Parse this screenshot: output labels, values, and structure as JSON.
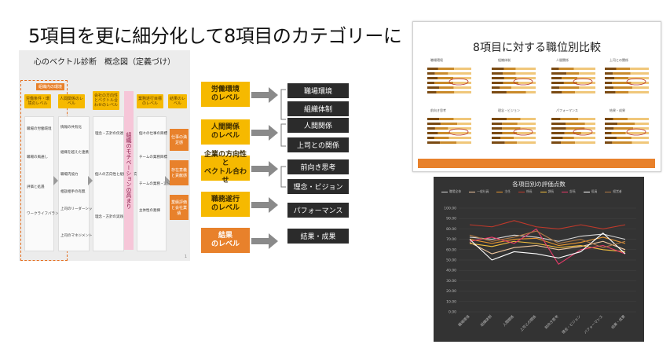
{
  "page": {
    "title": "5項目を更に細分化して8項目のカテゴリーに"
  },
  "left_panel": {
    "title": "心のベクトル診断　概念図（定義づけ）",
    "dashed_tag": "組織内の環境",
    "headers": [
      "労働条件・環境のレベル",
      "人間関係のレベル",
      "会社の方向性とベクトル合わせのレベル",
      "業務遂行目標のレベル",
      "結果のレベル"
    ],
    "col1_items": [
      "職場の労働環境",
      "職場の風通し",
      "評価と処遇",
      "ワークライフバランス"
    ],
    "col2_items": [
      "情報の共有化",
      "組織を越えた連携",
      "職場内協力",
      "相談相手の有無",
      "上司のリーダーシップ",
      "上司のマネジメント"
    ],
    "col3_items": [
      "理念・方針の伝達",
      "個人の方向性と組織の方向性",
      "理念・方針の実践"
    ],
    "col4_items": [
      "個々の仕事の目標",
      "チームの業務目標",
      "チームの業務・実績",
      "主体性の発揮"
    ],
    "motivation_bar": "組織のモチベーションの高まり",
    "results": [
      "仕事の満足感",
      "存在意義と貢献感",
      "業績評価と会社業績"
    ],
    "page_number": "1"
  },
  "flow": {
    "levels": [
      {
        "label": "労働環境\nのレベル",
        "style": "yellow"
      },
      {
        "label": "人間関係\nのレベル",
        "style": "yellow"
      },
      {
        "label": "企業の方向性と\nベクトル合わせ",
        "style": "yellow"
      },
      {
        "label": "職務遂行\nのレベル",
        "style": "yellow"
      },
      {
        "label": "結果\nのレベル",
        "style": "orange"
      }
    ],
    "categories": [
      "職場環境",
      "組織体制",
      "人間関係",
      "上司との関係",
      "前向き思考",
      "理念・ビジョン",
      "パフォーマンス",
      "結果・成果"
    ]
  },
  "right_top": {
    "title": "8項目に対する職位別比較",
    "mini_titles": [
      "職場環境",
      "組織体制",
      "人間関係",
      "上司との関係",
      "前向き思考",
      "理念・ビジョン",
      "パフォーマンス",
      "結果・成果"
    ],
    "colors": {
      "dark": "#7a4a12",
      "mid": "#c98a2a",
      "light": "#f0c77a",
      "accent": "#b5302a"
    }
  },
  "chart_data": {
    "type": "line",
    "title": "各項目別の評価点数",
    "categories": [
      "職場環境",
      "組織体制",
      "人間関係",
      "上司との関係",
      "前向き思考",
      "理念・ビジョン",
      "パフォーマンス",
      "結果・成果"
    ],
    "ylim": [
      0,
      100
    ],
    "y_ticks": [
      "100.00",
      "90.00",
      "80.00",
      "70.00",
      "60.00",
      "50.00",
      "40.00",
      "30.00",
      "20.00",
      "10.00",
      "0.00"
    ],
    "legend": [
      "職場全体",
      "一般社員",
      "主任",
      "係長",
      "課長",
      "部長",
      "役員",
      "経営者"
    ],
    "series": [
      {
        "name": "職場全体",
        "color": "#d9d9d9",
        "values": [
          72,
          70,
          74,
          72,
          68,
          73,
          75,
          70
        ]
      },
      {
        "name": "一般社員",
        "color": "#f2c8a0",
        "values": [
          67,
          56,
          62,
          64,
          60,
          63,
          68,
          60
        ]
      },
      {
        "name": "主任",
        "color": "#e8962f",
        "values": [
          70,
          66,
          70,
          71,
          64,
          67,
          72,
          66
        ]
      },
      {
        "name": "係長",
        "color": "#c0392b",
        "values": [
          84,
          82,
          88,
          82,
          80,
          84,
          80,
          84
        ]
      },
      {
        "name": "課長",
        "color": "#f6c13e",
        "values": [
          66,
          63,
          68,
          66,
          62,
          64,
          60,
          58
        ]
      },
      {
        "name": "部長",
        "color": "#e83a6a",
        "values": [
          68,
          72,
          66,
          80,
          46,
          60,
          64,
          56
        ]
      },
      {
        "name": "役員",
        "color": "#ffffff",
        "values": [
          70,
          50,
          58,
          56,
          52,
          58,
          76,
          56
        ]
      },
      {
        "name": "経営者",
        "color": "#b07a45",
        "values": [
          74,
          68,
          72,
          78,
          66,
          70,
          62,
          68
        ]
      }
    ]
  }
}
